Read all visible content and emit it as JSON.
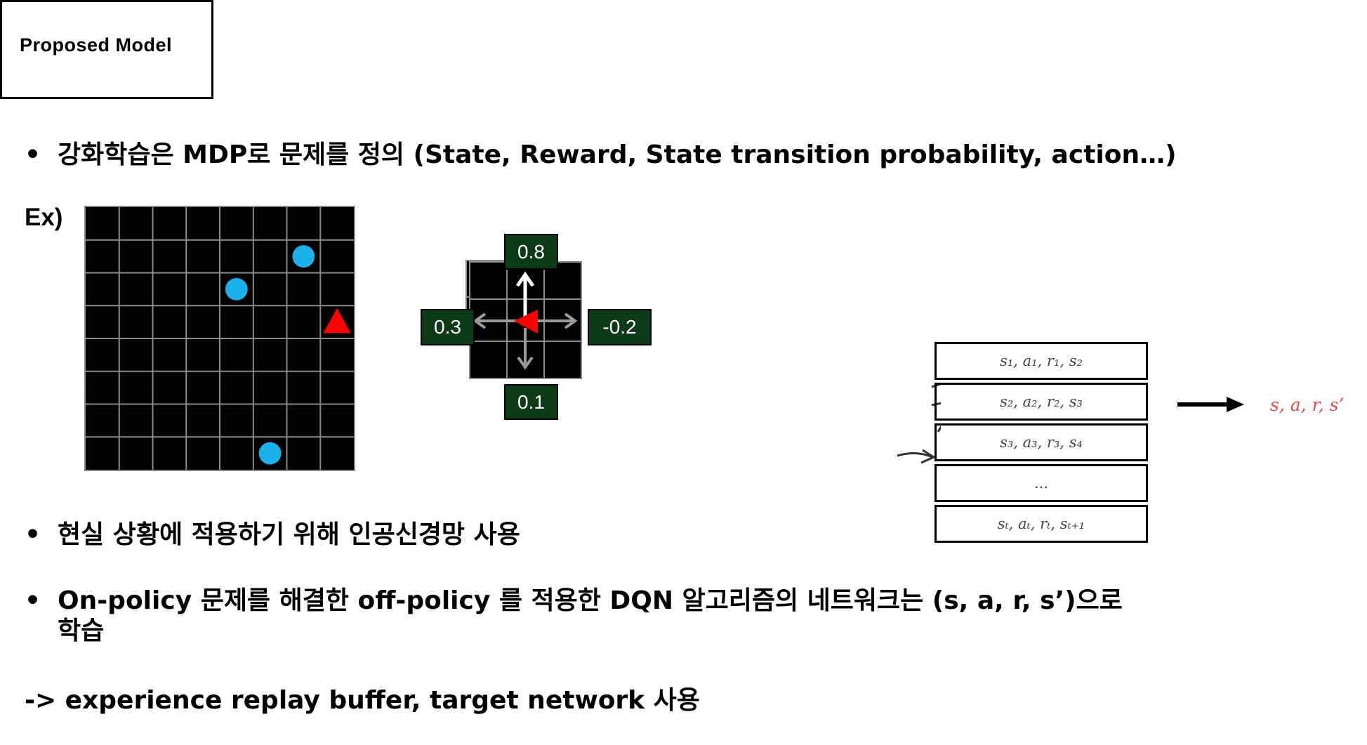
{
  "title": "Proposed Model",
  "bullets": [
    "강화학습은 MDP로 문제를 정의 (State, Reward, State transition probability, action…)",
    "현실 상황에 적용하기 위해 인공신경망 사용",
    "On-policy 문제를 해결한 off-policy 를 적용한 DQN 알고리즘의 네트워크는 (s, a, r, s’)으로",
    "학습"
  ],
  "bullet_symbol": "•",
  "example_label": "Ex)",
  "grid": {
    "rows": 8,
    "cols": 8,
    "circles": [
      [
        1,
        6
      ],
      [
        2,
        4
      ],
      [
        7,
        5
      ]
    ],
    "triangle": [
      3,
      7
    ],
    "circle_color": "#1ab2ea",
    "triangle_color": "#ff0000"
  },
  "probabilities": {
    "up": "0.8",
    "left": "0.3",
    "right": "-0.2",
    "down": "0.1"
  },
  "buffer_rows": [
    "s₁, a₁, r₁, s₂",
    "s₂, a₂, r₂, s₃",
    "s₃, a₃, r₃, s₄",
    "...",
    "sₜ, aₜ, rₜ, sₜ₊₁"
  ],
  "sample_output": "s, a, r, s’",
  "footer": "-> experience replay buffer, target network 사용"
}
